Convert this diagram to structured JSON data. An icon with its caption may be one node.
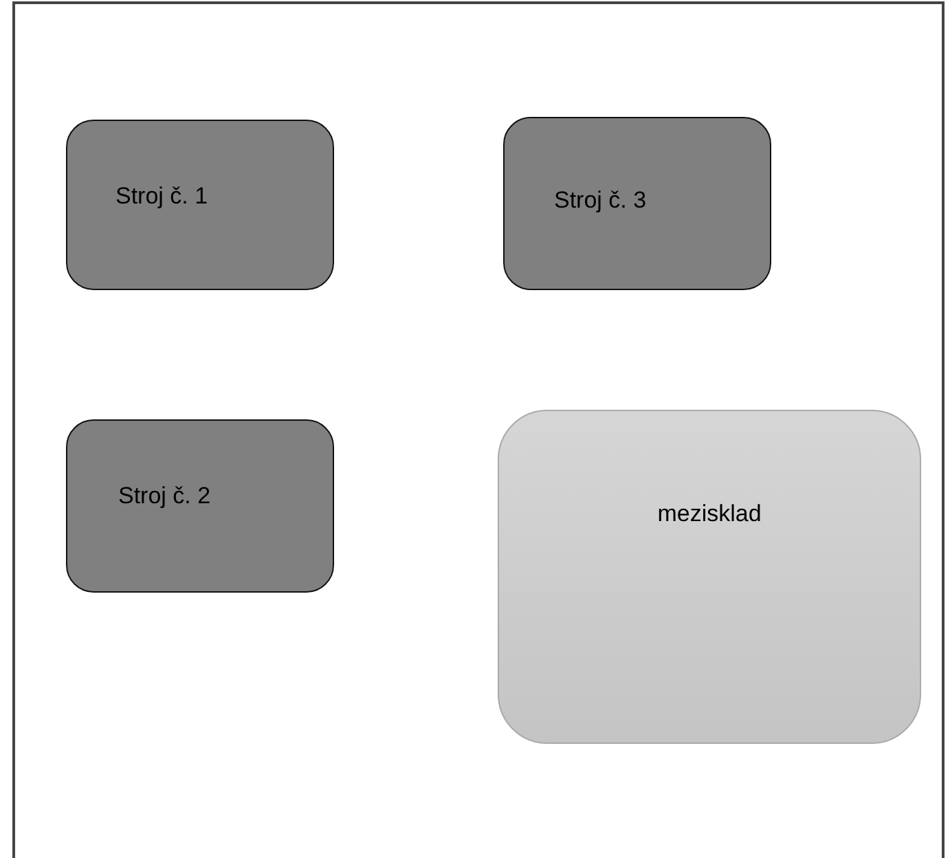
{
  "diagram": {
    "nodes": [
      {
        "text": [
          "Stroj č. 1"
        ]
      },
      {
        "text": [
          "Stroj č. 3"
        ]
      },
      {
        "text": [
          "Stroj č. 2"
        ]
      },
      {
        "text": [
          "mezisklad"
        ]
      }
    ]
  }
}
